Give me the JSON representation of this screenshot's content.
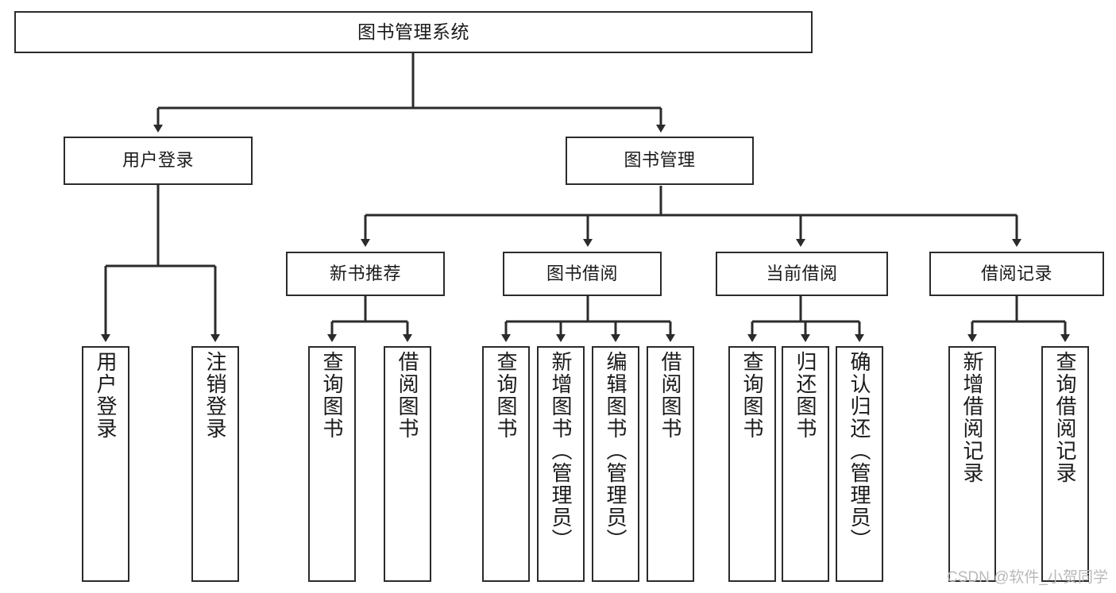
{
  "diagram": {
    "type": "tree-hierarchy",
    "title": "图书管理系统",
    "watermark": "CSDN @软件_小贺同学",
    "colors": {
      "stroke": "#2b2b2b",
      "fill": "#ffffff",
      "text": "#1a1a1a",
      "watermark": "#b9b9b9"
    },
    "nodes": {
      "root": {
        "label": "图书管理系统"
      },
      "level2": [
        {
          "label": "用户登录"
        },
        {
          "label": "图书管理"
        }
      ],
      "level3": [
        {
          "label": "新书推荐"
        },
        {
          "label": "图书借阅"
        },
        {
          "label": "当前借阅"
        },
        {
          "label": "借阅记录"
        }
      ],
      "leaves": {
        "user_login": [
          {
            "label": "用户登录"
          },
          {
            "label": "注销登录"
          }
        ],
        "new_book_recommend": [
          {
            "label": "查询图书"
          },
          {
            "label": "借阅图书"
          }
        ],
        "book_borrow": [
          {
            "label": "查询图书"
          },
          {
            "label": "新增图书（管理员）"
          },
          {
            "label": "编辑图书（管理员）"
          },
          {
            "label": "借阅图书"
          }
        ],
        "current_borrow": [
          {
            "label": "查询图书"
          },
          {
            "label": "归还图书"
          },
          {
            "label": "确认归还（管理员）"
          }
        ],
        "borrow_record": [
          {
            "label": "新增借阅记录"
          },
          {
            "label": "查询借阅记录"
          }
        ]
      }
    }
  }
}
